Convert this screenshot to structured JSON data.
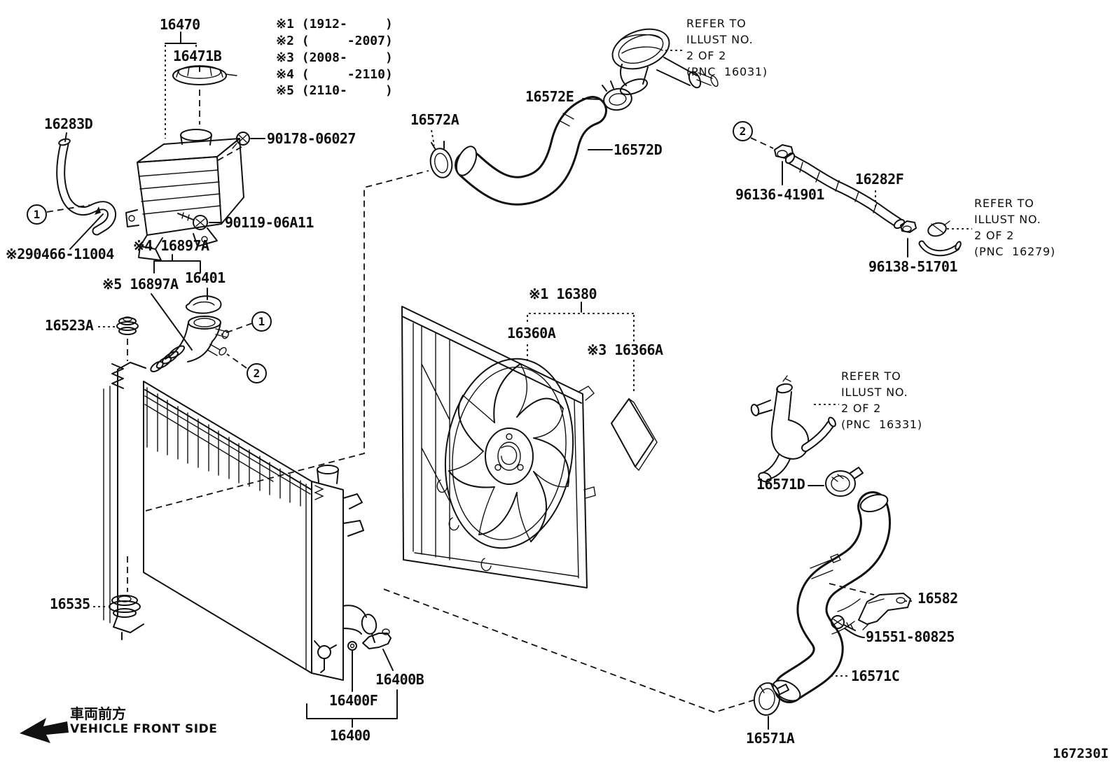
{
  "sheet_number": "167230I",
  "legend": [
    "※1 (1912-     )",
    "※2 (     -2007)",
    "※3 (2008-     )",
    "※4 (     -2110)",
    "※5 (2110-     )"
  ],
  "labels": {
    "p16470": "16470",
    "p16471B": "16471B",
    "p16283D": "16283D",
    "p90178_06027": "90178-06027",
    "p90119_06A11": "90119-06A11",
    "p290466_11004": "※290466-11004",
    "p16897A_x4": "※4 16897A",
    "p16897A_x5": "※5 16897A",
    "p16401": "16401",
    "p16523A": "16523A",
    "p16535": "16535",
    "p16572A": "16572A",
    "p16572E": "16572E",
    "p16572D": "16572D",
    "p16380_x1": "※1 16380",
    "p16360A": "16360A",
    "p16366A_x3": "※3 16366A",
    "p96136_41901": "96136-41901",
    "p16282F": "16282F",
    "p96138_51701": "96138-51701",
    "p16571D": "16571D",
    "p16582": "16582",
    "p91551_80825": "91551-80825",
    "p16571C": "16571C",
    "p16571A": "16571A",
    "p16400B": "16400B",
    "p16400F": "16400F",
    "p16400": "16400"
  },
  "callouts": {
    "c1": "1",
    "c2": "2"
  },
  "notes": {
    "pnc16031": [
      "REFER TO",
      "ILLUST NO.",
      "2 OF 2",
      "(PNC  16031)"
    ],
    "pnc16279": [
      "REFER TO",
      "ILLUST NO.",
      "2 OF 2",
      "(PNC  16279)"
    ],
    "pnc16331": [
      "REFER TO",
      "ILLUST NO.",
      "2 OF 2",
      "(PNC  16331)"
    ]
  },
  "front_direction": {
    "jp": "車両前方",
    "en": "VEHICLE FRONT SIDE"
  }
}
